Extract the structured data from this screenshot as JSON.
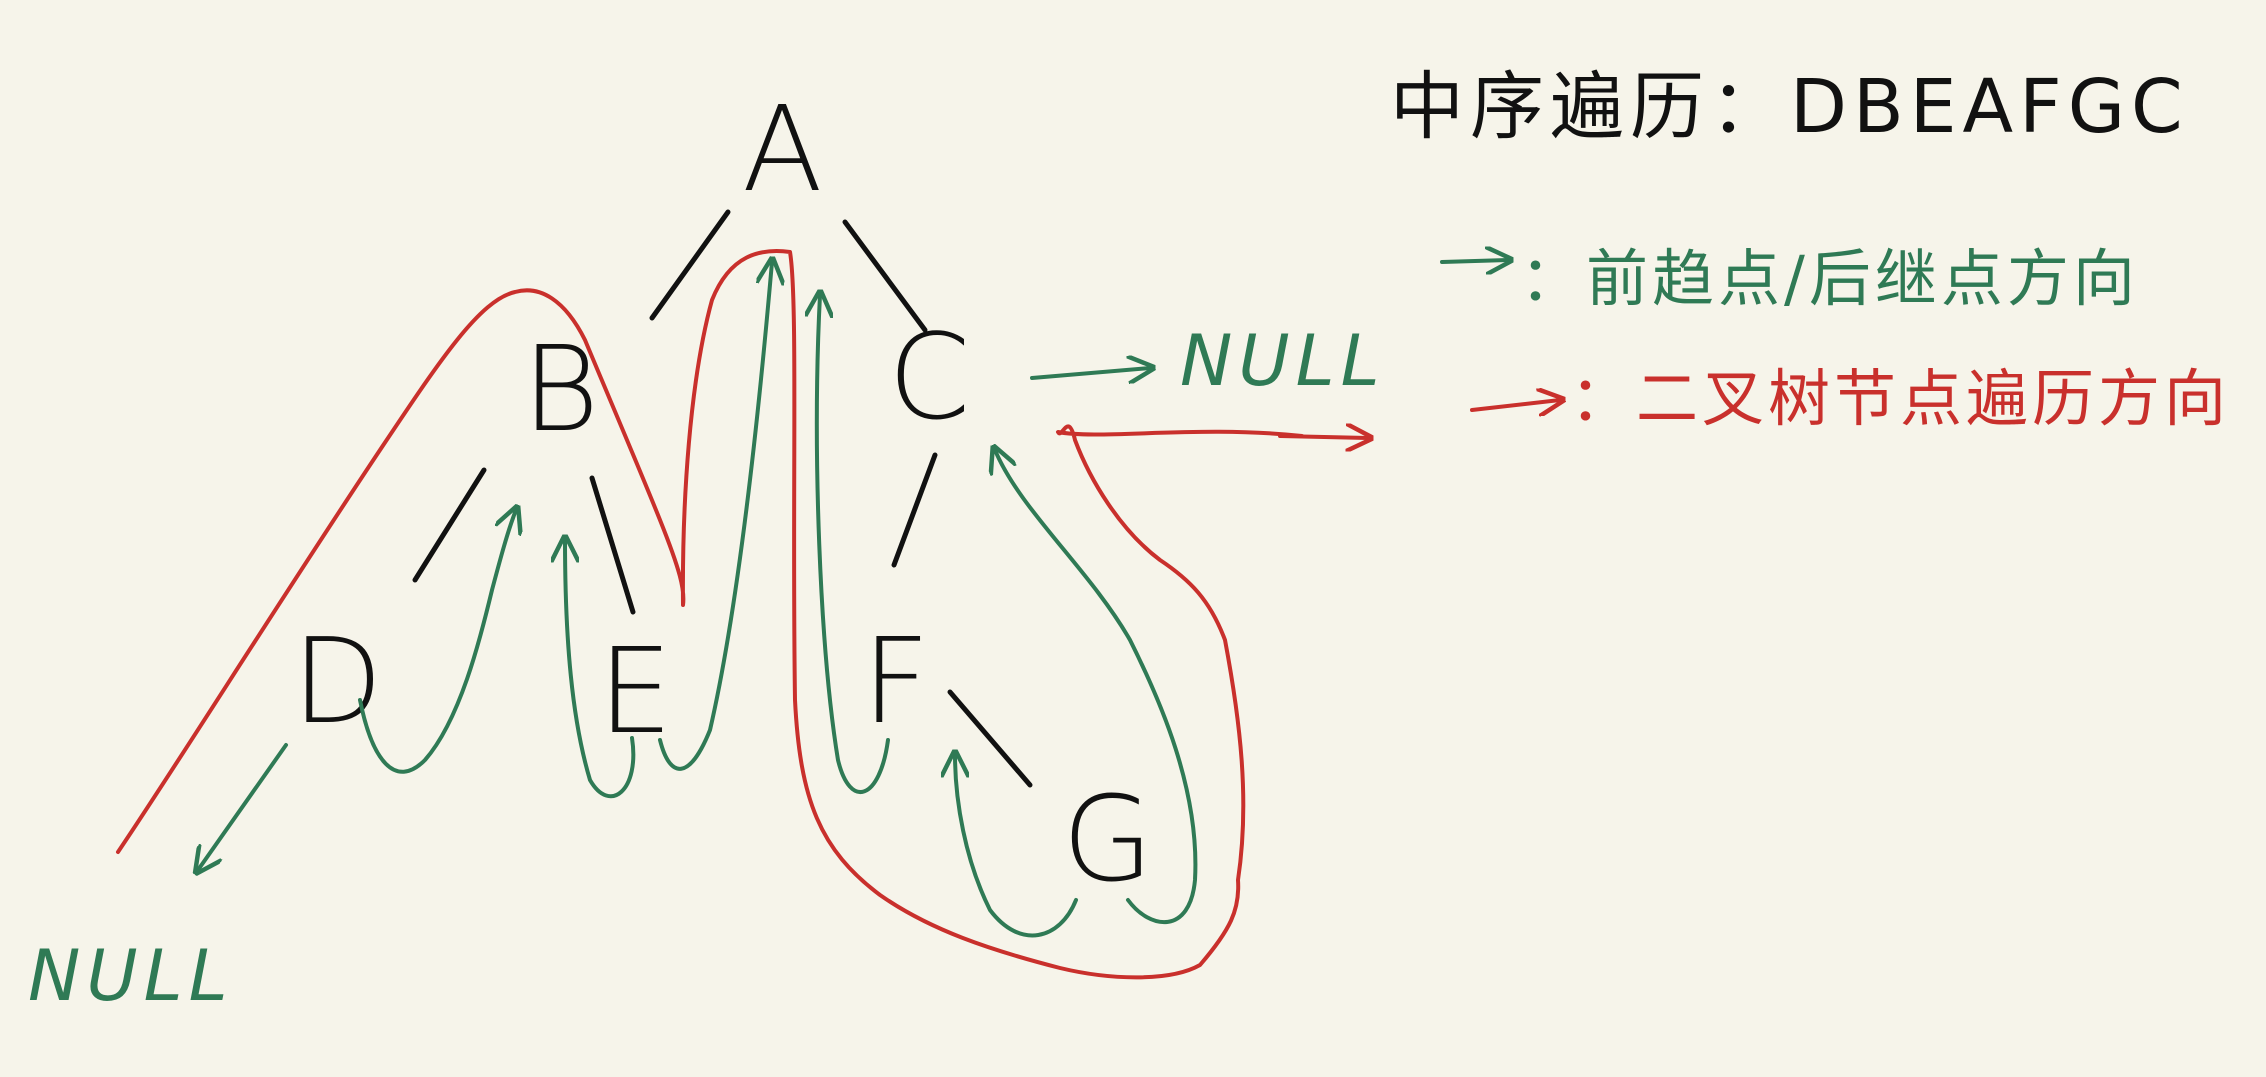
{
  "nodes": {
    "a": "A",
    "b": "B",
    "c": "C",
    "d": "D",
    "e": "E",
    "f": "F",
    "g": "G"
  },
  "null_labels": {
    "d_left": "NULL",
    "c_right": "NULL"
  },
  "legend": {
    "inorder": "中序遍历：DBEAFGC",
    "green_desc": "：前趋点/后继点方向",
    "red_desc": "：二叉树节点遍历方向"
  },
  "colors": {
    "background": "#f6f4ea",
    "ink": "#111111",
    "thread_green": "#2f7a55",
    "traversal_red": "#c9302c"
  }
}
